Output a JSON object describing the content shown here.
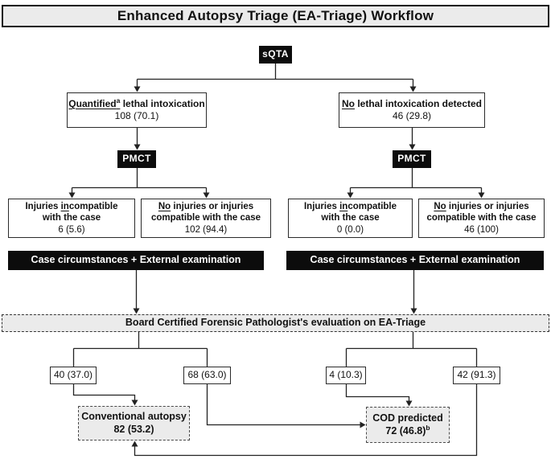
{
  "title": "Enhanced Autopsy Triage (EA-Triage) Workflow",
  "colors": {
    "black": "#0c0c0c",
    "gray-fill": "#ebebeb",
    "line": "#222222",
    "border": "#2b2b2b"
  },
  "nodes": {
    "sqta": "sQTA",
    "pmct_left": "PMCT",
    "pmct_right": "PMCT",
    "quantified": {
      "u": "Quantified",
      "sup": "a",
      "rest": " lethal intoxication",
      "count": "108 (70.1)"
    },
    "no_intox": {
      "u": "No",
      "rest": " lethal intoxication detected",
      "count": "46 (29.8)"
    },
    "inc_left": {
      "p1": "Injuries ",
      "u": "in",
      "p2": "compatible",
      "line2": "with the case",
      "count": "6 (5.6)"
    },
    "comp_left": {
      "u": "No",
      "rest": " injuries or injuries",
      "line2": "compatible with the case",
      "count": "102 (94.4)"
    },
    "inc_right": {
      "p1": "Injuries ",
      "u": "in",
      "p2": "compatible",
      "line2": "with the case",
      "count": "0 (0.0)"
    },
    "comp_right": {
      "u": "No",
      "rest": " injuries or injuries",
      "line2": "compatible with the case",
      "count": "46 (100)"
    },
    "exam_left": "Case circumstances + External examination",
    "exam_right": "Case circumstances + External examination",
    "evaluation": "Board Certified Forensic Pathologist's evaluation on EA-Triage",
    "count_40": "40 (37.0)",
    "count_68": "68 (63.0)",
    "count_4": "4 (10.3)",
    "count_42": "42 (91.3)",
    "conventional": {
      "label": "Conventional autopsy",
      "count": "82 (53.2)"
    },
    "cod": {
      "label": "COD predicted",
      "count": "72 (46.8)",
      "sup": "b"
    }
  }
}
